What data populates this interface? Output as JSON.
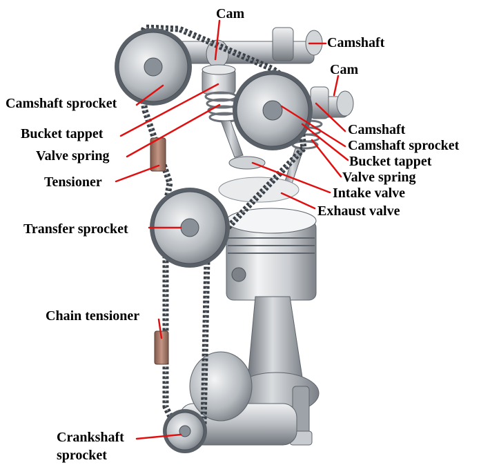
{
  "colors": {
    "leader": "#e01010",
    "chain": "#3a4048",
    "metal_light": "#e6e8ea",
    "metal_mid": "#a9adb3",
    "metal_dark": "#5e646c",
    "tensioner": "#a07565",
    "background": "#ffffff"
  },
  "labels": {
    "cam_top": "Cam",
    "camshaft_top": "Camshaft",
    "cam_right": "Cam",
    "camshaft_sprocket_left": "Camshaft sprocket",
    "bucket_tappet_left": "Bucket tappet",
    "valve_spring_left": "Valve spring",
    "tensioner": "Tensioner",
    "camshaft_right": "Camshaft",
    "camshaft_sprocket_right": "Camshaft sprocket",
    "bucket_tappet_right": "Bucket tappet",
    "valve_spring_right": "Valve spring",
    "intake_valve": "Intake valve",
    "exhaust_valve": "Exhaust valve",
    "transfer_sprocket": "Transfer sprocket",
    "chain_tensioner": "Chain tensioner",
    "crankshaft_line1": "Crankshaft",
    "crankshaft_line2": "sprocket"
  }
}
